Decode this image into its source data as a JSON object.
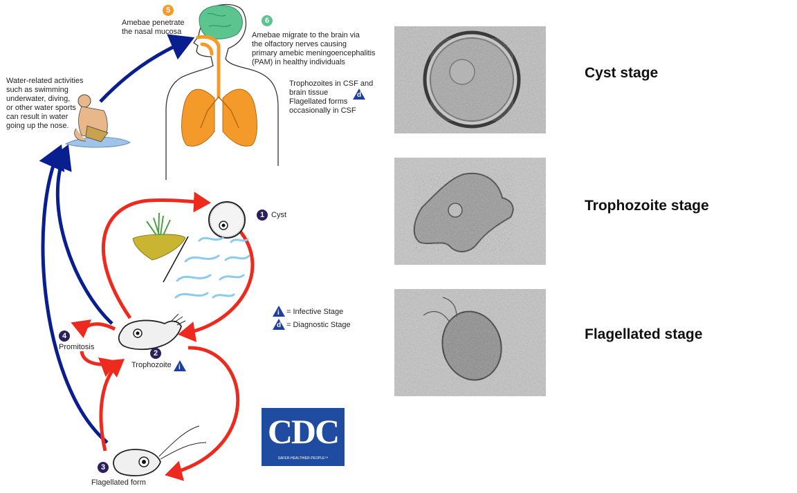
{
  "diagram": {
    "badge_colors": {
      "dark": "#2b1f5e",
      "orange": "#f39a2b",
      "green": "#5cc48e"
    },
    "arrow_colors": {
      "blue": "#0a1f8f",
      "red": "#ee2a1e"
    },
    "organ_colors": {
      "brain": "#5cc48e",
      "lungs": "#f39a2b"
    },
    "step5": {
      "num": "5",
      "text1": "Amebae penetrate",
      "text2": "the nasal mucosa"
    },
    "step6": {
      "num": "6",
      "text1": "Amebae migrate to the brain via",
      "text2": "the olfactory nerves causing",
      "text3": "primary amebic meningoencephalitis",
      "text4": "(PAM) in healthy individuals"
    },
    "csf": {
      "line1": "Trophozoites in CSF and",
      "line2": "brain tissue",
      "line3": "Flagellated forms",
      "line4": "occasionally in CSF",
      "badge": "d"
    },
    "water": {
      "line1": "Water-related activities",
      "line2": "such as swimming",
      "line3": "underwater, diving,",
      "line4": "or other water sports",
      "line5": "can result in water",
      "line6": "going up the nose."
    },
    "step1": {
      "num": "1",
      "label": "Cyst"
    },
    "step2": {
      "num": "2",
      "label": "Trophozoite",
      "badge": "i"
    },
    "step3": {
      "num": "3",
      "label": "Flagellated form"
    },
    "step4": {
      "num": "4",
      "label": "Promitosis"
    },
    "legend": {
      "infective_letter": "i",
      "infective": "= Infective Stage",
      "diagnostic_letter": "d",
      "diagnostic": "= Diagnostic Stage"
    },
    "logo": {
      "text": "CDC",
      "tagline": "SAFER·HEALTHIER·PEOPLE™"
    }
  },
  "stages": {
    "cyst": "Cyst stage",
    "trophozoite": "Trophozoite stage",
    "flagellated": "Flagellated stage"
  }
}
